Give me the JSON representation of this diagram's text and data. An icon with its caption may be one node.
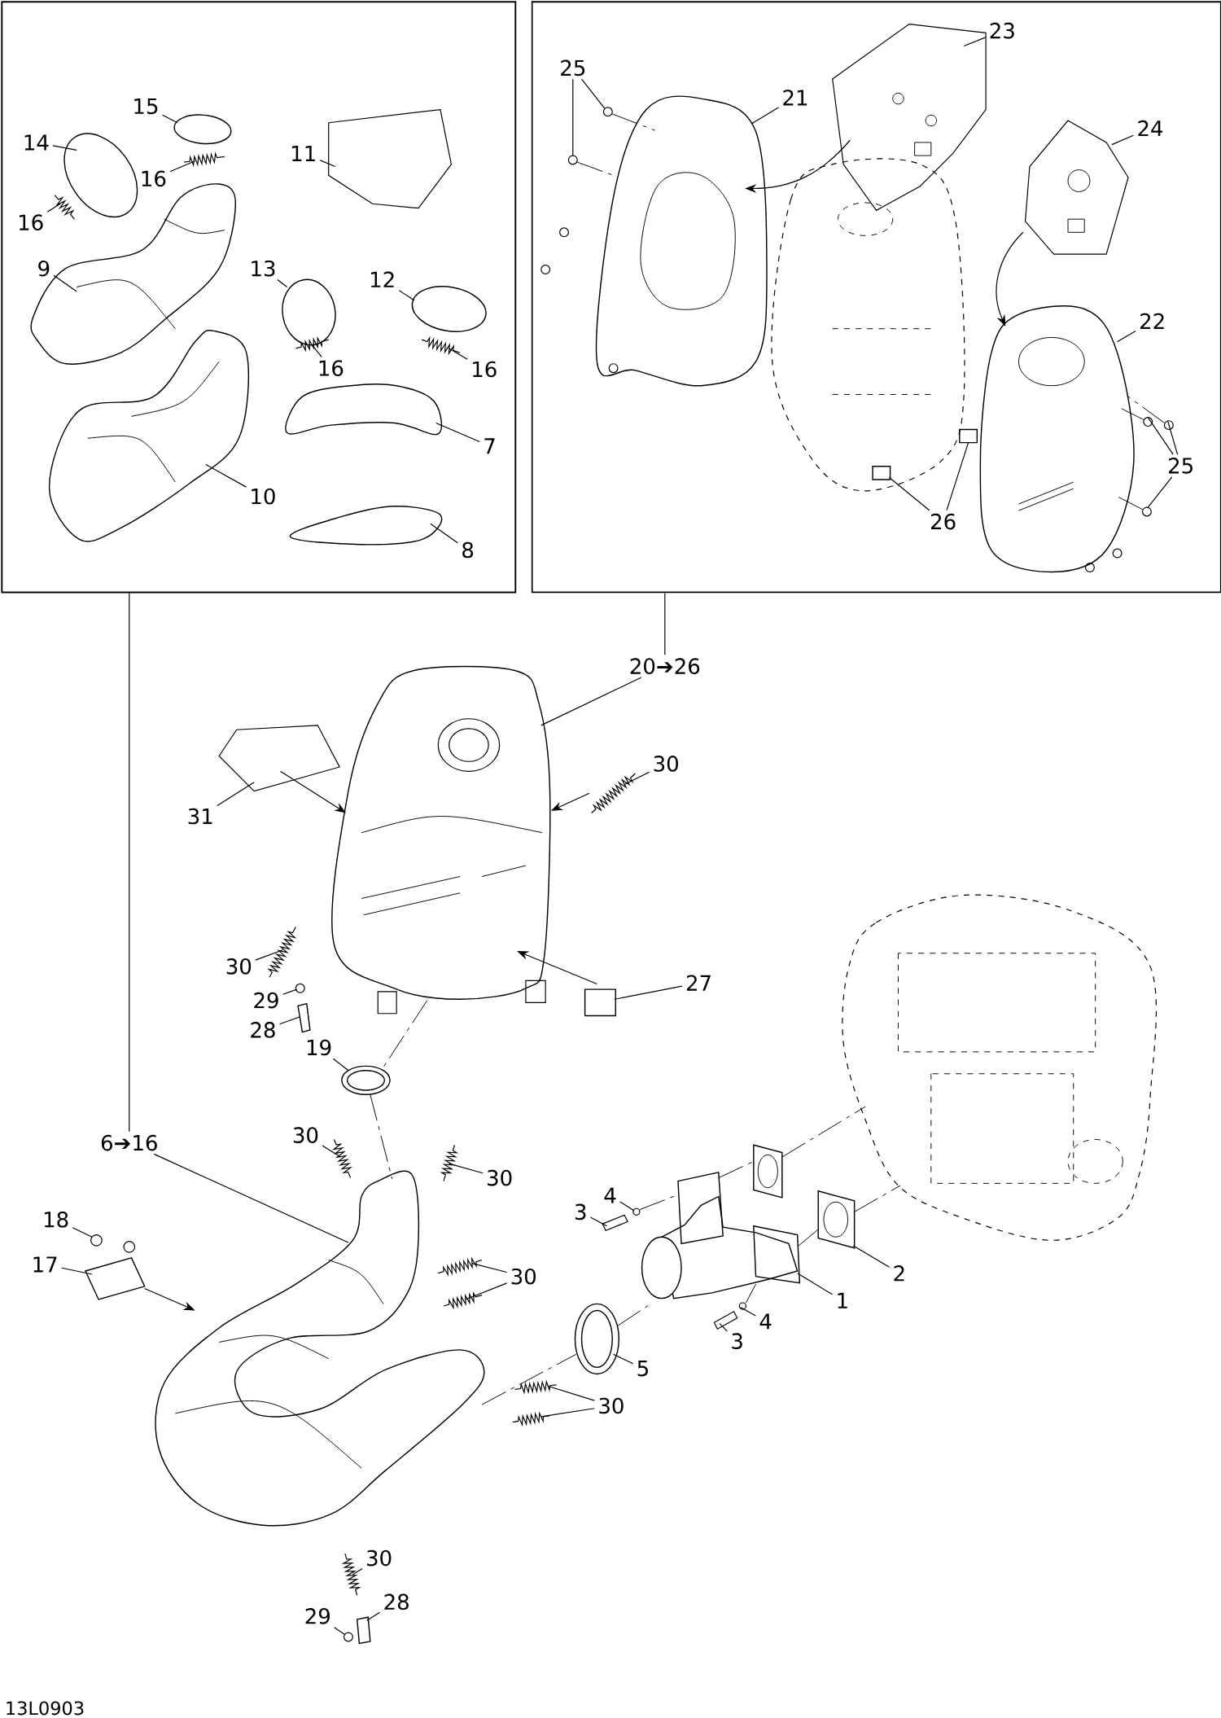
{
  "diagram": {
    "nodes": [
      {
        "text": [],
        "shape": "box"
      },
      {
        "text": [
          "15"
        ],
        "in": 0
      },
      {
        "text": [
          "14"
        ],
        "in": 0
      },
      {
        "text": [
          "16"
        ],
        "in": 0
      },
      {
        "text": [
          "16"
        ],
        "in": 0
      },
      {
        "text": [
          "11"
        ],
        "in": 0
      },
      {
        "text": [
          "9"
        ],
        "in": 0
      },
      {
        "text": [
          "13"
        ],
        "in": 0
      },
      {
        "text": [
          "12"
        ],
        "in": 0
      },
      {
        "text": [
          "16"
        ],
        "in": 0
      },
      {
        "text": [
          "16"
        ],
        "in": 0
      },
      {
        "text": [
          "7"
        ],
        "in": 0
      },
      {
        "text": [
          "10"
        ],
        "in": 0
      },
      {
        "text": [
          "8"
        ],
        "in": 0
      },
      {
        "text": [],
        "shape": "circle",
        "in": 0
      },
      {
        "text": [],
        "shape": "picture",
        "in": 0
      },
      {
        "text": [],
        "shape": "circle",
        "in": 0
      },
      {
        "text": [],
        "shape": "picture",
        "in": 0
      },
      {
        "text": [],
        "shape": "picture",
        "in": 0
      },
      {
        "text": [],
        "shape": "picture",
        "in": 0
      },
      {
        "text": [],
        "shape": "picture",
        "in": 0
      },
      {
        "text": [],
        "shape": "circle",
        "in": 0
      },
      {
        "text": [],
        "shape": "picture",
        "in": 0
      },
      {
        "text": [],
        "shape": "circle",
        "in": 0
      },
      {
        "text": [],
        "shape": "picture",
        "in": 0
      },
      {
        "text": [],
        "shape": "picture",
        "in": 0
      },
      {
        "text": [],
        "shape": "picture",
        "in": 0
      },
      {
        "text": [],
        "shape": "box"
      },
      {
        "text": [
          "25"
        ],
        "in": 27
      },
      {
        "text": [
          "21"
        ],
        "in": 27
      },
      {
        "text": [
          "23"
        ],
        "in": 27
      },
      {
        "text": [
          "24"
        ],
        "in": 27
      },
      {
        "text": [
          "22"
        ],
        "in": 27
      },
      {
        "text": [
          "25"
        ],
        "in": 27
      },
      {
        "text": [
          "26"
        ],
        "in": 27
      },
      {
        "text": [],
        "shape": "picture",
        "in": 27
      },
      {
        "text": [],
        "shape": "picture",
        "in": 27
      },
      {
        "text": [],
        "shape": "picture",
        "in": 27
      },
      {
        "text": [],
        "shape": "picture",
        "in": 27
      },
      {
        "text": [],
        "shape": "picture",
        "in": 27
      },
      {
        "text": [],
        "shape": "circle",
        "in": 27
      },
      {
        "text": [],
        "shape": "circle",
        "in": 27
      },
      {
        "text": [],
        "shape": "circle",
        "in": 27
      },
      {
        "text": [],
        "shape": "circle",
        "in": 27
      },
      {
        "text": [],
        "shape": "circle",
        "in": 27
      },
      {
        "text": [],
        "shape": "box",
        "in": 27
      },
      {
        "text": [],
        "shape": "box",
        "in": 37
      },
      {
        "text": [
          "20➔26"
        ]
      },
      {
        "text": [
          "30"
        ]
      },
      {
        "text": [
          "31"
        ]
      },
      {
        "text": [
          "30"
        ]
      },
      {
        "text": [
          "29"
        ]
      },
      {
        "text": [
          "28"
        ]
      },
      {
        "text": [
          "27"
        ]
      },
      {
        "text": [
          "19"
        ]
      },
      {
        "text": [
          "30"
        ]
      },
      {
        "text": [
          "30"
        ]
      },
      {
        "text": [
          "6➔16"
        ]
      },
      {
        "text": [
          "18"
        ]
      },
      {
        "text": [
          "17"
        ]
      },
      {
        "text": [
          "4"
        ]
      },
      {
        "text": [
          "3"
        ]
      },
      {
        "text": [
          "2"
        ]
      },
      {
        "text": [
          "1"
        ]
      },
      {
        "text": [
          "30"
        ]
      },
      {
        "text": [
          "4"
        ]
      },
      {
        "text": [
          "3"
        ]
      },
      {
        "text": [
          "5"
        ]
      },
      {
        "text": [
          "30"
        ]
      },
      {
        "text": [
          "30"
        ]
      },
      {
        "text": [
          "28"
        ]
      },
      {
        "text": [
          "29"
        ]
      },
      {
        "text": [],
        "shape": "picture"
      },
      {
        "text": [],
        "shape": "picture"
      },
      {
        "text": [],
        "shape": "picture"
      },
      {
        "text": [],
        "shape": "picture"
      },
      {
        "text": [],
        "shape": "circle"
      },
      {
        "text": [],
        "shape": "box"
      },
      {
        "text": [],
        "shape": "box"
      },
      {
        "text": [],
        "shape": "picture"
      },
      {
        "text": [],
        "shape": "picture"
      },
      {
        "text": [],
        "shape": "picture"
      },
      {
        "text": [],
        "shape": "picture"
      },
      {
        "text": [],
        "shape": "picture"
      },
      {
        "text": [],
        "shape": "picture"
      },
      {
        "text": [],
        "shape": "picture"
      },
      {
        "text": [],
        "shape": "picture"
      },
      {
        "text": [],
        "shape": "picture"
      },
      {
        "text": [],
        "shape": "circle"
      },
      {
        "text": [],
        "shape": "box"
      },
      {
        "text": [],
        "shape": "picture"
      },
      {
        "text": [],
        "shape": "circle"
      },
      {
        "text": [],
        "shape": "circle"
      },
      {
        "text": [],
        "shape": "picture"
      },
      {
        "text": [],
        "shape": "picture"
      },
      {
        "text": [],
        "shape": "picture"
      },
      {
        "text": [],
        "shape": "picture"
      },
      {
        "text": [],
        "shape": "picture"
      },
      {
        "text": [],
        "shape": "circle"
      },
      {
        "text": [],
        "shape": "picture"
      },
      {
        "text": [],
        "shape": "circle"
      },
      {
        "text": [],
        "shape": "picture"
      }
    ],
    "edges": [
      {
        "from": 0,
        "to": 57,
        "arrow": "none"
      },
      {
        "from": 27,
        "to": 47,
        "arrow": "none"
      },
      {
        "from": 1,
        "to": 14,
        "arrow": "none"
      },
      {
        "from": 2,
        "to": 16,
        "arrow": "none"
      },
      {
        "from": 3,
        "to": 15,
        "arrow": "none"
      },
      {
        "from": 4,
        "to": 17,
        "arrow": "none"
      },
      {
        "from": 5,
        "to": 20,
        "arrow": "none"
      },
      {
        "from": 6,
        "to": 18,
        "arrow": "none"
      },
      {
        "from": 7,
        "to": 21,
        "arrow": "none"
      },
      {
        "from": 8,
        "to": 23,
        "arrow": "none"
      },
      {
        "from": 9,
        "to": 22,
        "arrow": "none"
      },
      {
        "from": 10,
        "to": 24,
        "arrow": "none"
      },
      {
        "from": 11,
        "to": 25,
        "arrow": "none"
      },
      {
        "from": 12,
        "to": 19,
        "arrow": "none"
      },
      {
        "from": 13,
        "to": 26,
        "arrow": "none"
      },
      {
        "from": 28,
        "to": 40,
        "arrow": "none"
      },
      {
        "from": 28,
        "to": 41,
        "arrow": "none"
      },
      {
        "from": 29,
        "to": 35,
        "arrow": "none"
      },
      {
        "from": 30,
        "to": 36,
        "arrow": "none"
      },
      {
        "from": 31,
        "to": 38,
        "arrow": "none"
      },
      {
        "from": 32,
        "to": 39,
        "arrow": "none"
      },
      {
        "from": 33,
        "to": 42,
        "arrow": "none"
      },
      {
        "from": 33,
        "to": 43,
        "arrow": "none"
      },
      {
        "from": 33,
        "to": 44,
        "arrow": "none"
      },
      {
        "from": 34,
        "to": 45,
        "arrow": "none"
      },
      {
        "from": 34,
        "to": 46,
        "arrow": "none"
      },
      {
        "from": 47,
        "to": 72,
        "arrow": "none"
      },
      {
        "from": 48,
        "to": 74,
        "arrow": "none"
      },
      {
        "from": 49,
        "to": 73,
        "arrow": "none"
      },
      {
        "from": 50,
        "to": 75,
        "arrow": "none"
      },
      {
        "from": 51,
        "to": 76,
        "arrow": "none"
      },
      {
        "from": 52,
        "to": 77,
        "arrow": "none"
      },
      {
        "from": 53,
        "to": 78,
        "arrow": "none"
      },
      {
        "from": 54,
        "to": 79,
        "arrow": "none"
      },
      {
        "from": 55,
        "to": 80,
        "arrow": "none"
      },
      {
        "from": 56,
        "to": 81,
        "arrow": "none"
      },
      {
        "from": 57,
        "to": 82,
        "arrow": "none"
      },
      {
        "from": 58,
        "to": 91,
        "arrow": "none"
      },
      {
        "from": 59,
        "to": 90,
        "arrow": "none"
      },
      {
        "from": 60,
        "to": 98,
        "arrow": "none"
      },
      {
        "from": 61,
        "to": 97,
        "arrow": "none"
      },
      {
        "from": 62,
        "to": 96,
        "arrow": "none"
      },
      {
        "from": 63,
        "to": 94,
        "arrow": "none"
      },
      {
        "from": 64,
        "to": 83,
        "arrow": "none"
      },
      {
        "from": 64,
        "to": 84,
        "arrow": "none"
      },
      {
        "from": 65,
        "to": 100,
        "arrow": "none"
      },
      {
        "from": 66,
        "to": 99,
        "arrow": "none"
      },
      {
        "from": 67,
        "to": 93,
        "arrow": "none"
      },
      {
        "from": 68,
        "to": 85,
        "arrow": "none"
      },
      {
        "from": 68,
        "to": 86,
        "arrow": "none"
      },
      {
        "from": 69,
        "to": 87,
        "arrow": "none"
      },
      {
        "from": 70,
        "to": 89,
        "arrow": "none"
      },
      {
        "from": 71,
        "to": 88,
        "arrow": "none"
      },
      {
        "from": 36,
        "to": 35,
        "arrow": "to"
      },
      {
        "from": 38,
        "to": 39,
        "arrow": "to"
      },
      {
        "from": 73,
        "to": 72,
        "arrow": "to"
      },
      {
        "from": 74,
        "to": 72,
        "arrow": "to"
      },
      {
        "from": 78,
        "to": 72,
        "arrow": "to"
      },
      {
        "from": 90,
        "to": 82,
        "arrow": "to"
      },
      {
        "from": 40,
        "to": 35,
        "arrow": "none",
        "style": "dashed"
      },
      {
        "from": 41,
        "to": 35,
        "arrow": "none",
        "style": "dashed"
      },
      {
        "from": 42,
        "to": 39,
        "arrow": "none",
        "style": "dashed"
      },
      {
        "from": 43,
        "to": 39,
        "arrow": "none",
        "style": "dashed"
      },
      {
        "from": 44,
        "to": 39,
        "arrow": "none",
        "style": "dashed"
      },
      {
        "from": 72,
        "to": 79,
        "arrow": "none",
        "style": "dashed"
      },
      {
        "from": 79,
        "to": 82,
        "arrow": "none",
        "style": "dashed"
      },
      {
        "from": 82,
        "to": 93,
        "arrow": "none",
        "style": "dashed"
      },
      {
        "from": 93,
        "to": 94,
        "arrow": "none",
        "style": "dashed"
      },
      {
        "from": 94,
        "to": 95,
        "arrow": "none",
        "style": "dashed"
      },
      {
        "from": 95,
        "to": 101,
        "arrow": "none",
        "style": "dashed"
      },
      {
        "from": 94,
        "to": 96,
        "arrow": "none",
        "style": "dashed"
      },
      {
        "from": 96,
        "to": 101,
        "arrow": "none",
        "style": "dashed"
      },
      {
        "from": 98,
        "to": 94,
        "arrow": "none",
        "style": "dashed"
      },
      {
        "from": 100,
        "to": 94,
        "arrow": "none",
        "style": "dashed"
      }
    ],
    "labels": [
      "13L0903"
    ]
  }
}
